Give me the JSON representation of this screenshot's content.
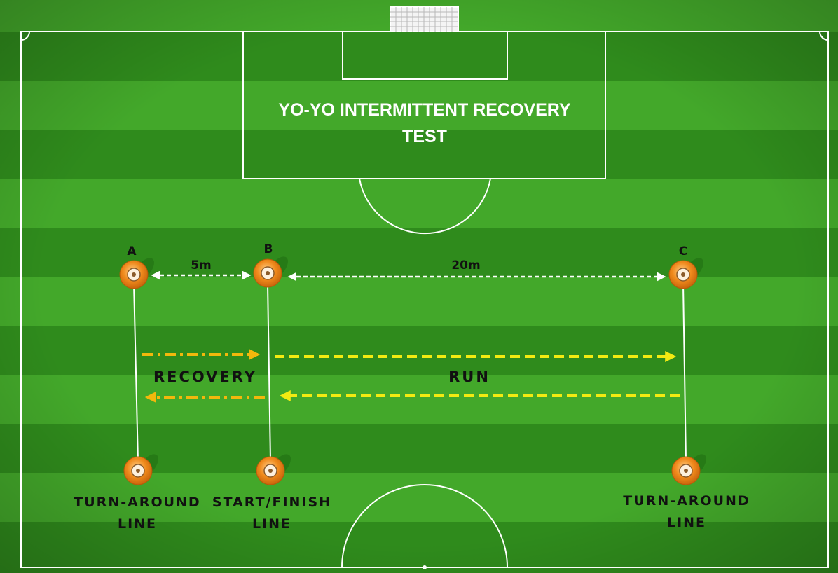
{
  "title": {
    "line1": "YO-YO INTERMITTENT RECOVERY",
    "line2": "TEST"
  },
  "cones": {
    "a": "A",
    "b": "B",
    "c": "C"
  },
  "distances": {
    "ab": "5m",
    "bc": "20m"
  },
  "zones": {
    "recovery": "RECOVERY",
    "run": "RUN"
  },
  "lines": {
    "left_line1": "TURN-AROUND",
    "left_line2": "LINE",
    "middle_line1": "START/FINISH",
    "middle_line2": "LINE",
    "right_line1": "TURN-AROUND",
    "right_line2": "LINE"
  },
  "colors": {
    "pitch_light": "#43a82a",
    "pitch_dark": "#2f8b1c",
    "cone": "#f08a1c",
    "run_arrow": "#f2ea12",
    "recovery_arrow": "#f2b80c",
    "line": "#ffffff"
  }
}
